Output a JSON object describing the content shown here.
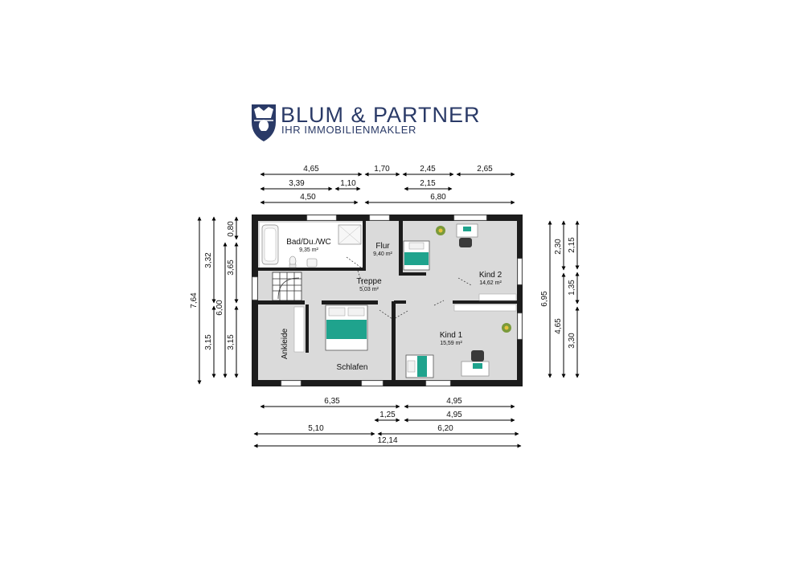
{
  "brand": {
    "name": "BLUM & PARTNER",
    "tagline": "IHR IMMOBILIENMAKLER",
    "colors": {
      "navy": "#2a3a67",
      "accent": "#1fa38d"
    }
  },
  "rooms": [
    {
      "id": "bad",
      "name": "Bad/Du./WC",
      "area": "9,35 m²"
    },
    {
      "id": "flur",
      "name": "Flur",
      "area": "9,40 m²"
    },
    {
      "id": "kind2",
      "name": "Kind 2",
      "area": "14,62 m²"
    },
    {
      "id": "treppe",
      "name": "Treppe",
      "area": "5,03 m²"
    },
    {
      "id": "ankleide",
      "name": "Ankleide",
      "area": ""
    },
    {
      "id": "schlafen",
      "name": "Schlafen",
      "area": ""
    },
    {
      "id": "kind1",
      "name": "Kind 1",
      "area": "15,59 m²"
    }
  ],
  "dimensions": {
    "top": [
      [
        "4,65",
        "1,70",
        "2,45",
        "2,65"
      ],
      [
        "3,39",
        "1,10",
        "2,15"
      ],
      [
        "4,50",
        "6,80"
      ]
    ],
    "bottom": [
      [
        "6,35",
        "4,95"
      ],
      [
        "1,25",
        "4,95"
      ],
      [
        "5,10",
        "6,20"
      ],
      [
        "12,14"
      ]
    ],
    "left": [
      [
        "7,64"
      ],
      [
        "3,32",
        "3,15"
      ],
      [
        "6,00"
      ],
      [
        "0,80",
        "3,65",
        "3,15"
      ]
    ],
    "right": [
      [
        "6,95"
      ],
      [
        "2,30",
        "4,65"
      ],
      [
        "2,15",
        "1,35",
        "3,30"
      ]
    ]
  }
}
